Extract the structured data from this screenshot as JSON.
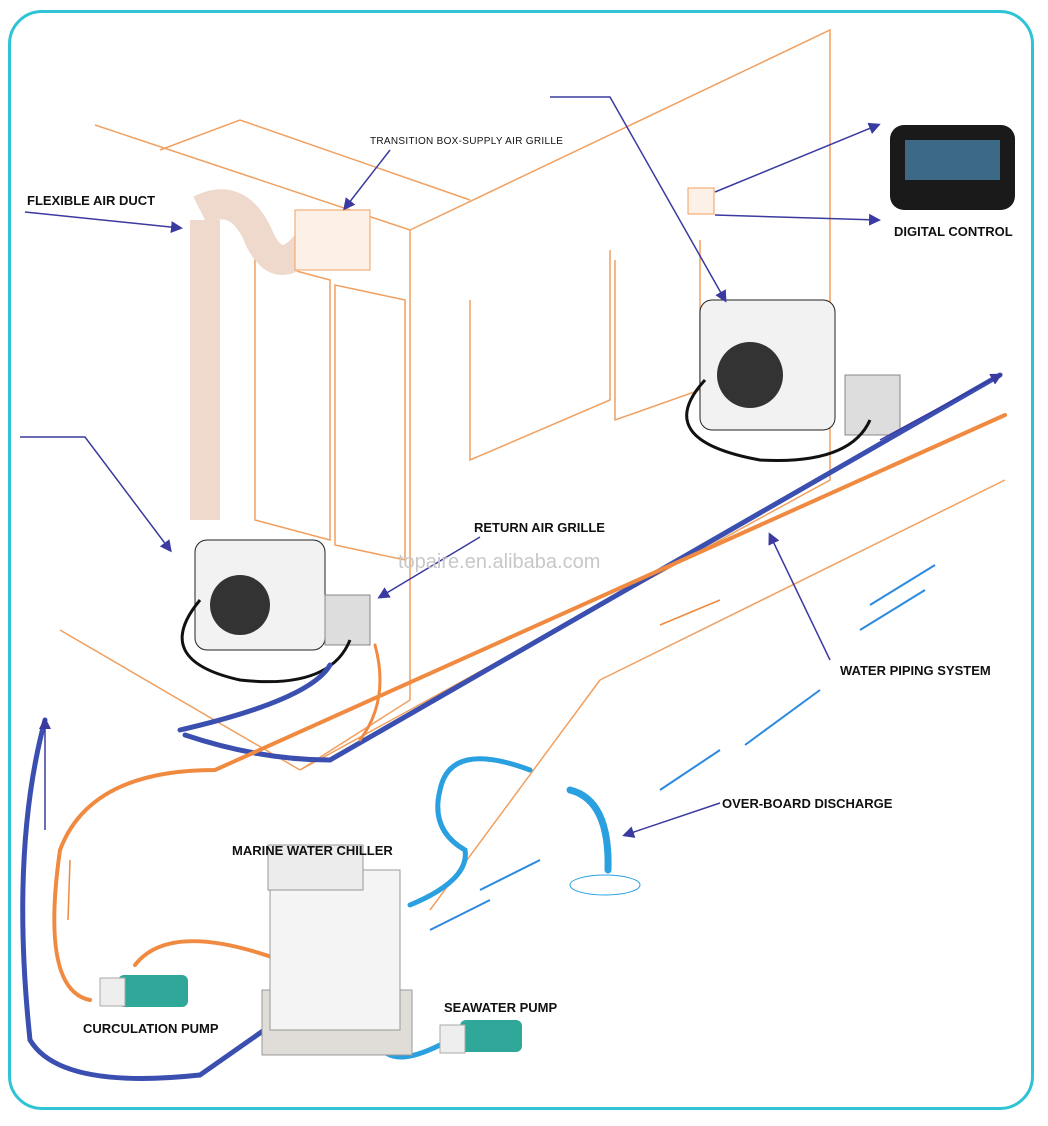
{
  "labels": {
    "transition_box": "TRANSITION BOX-SUPPLY AIR GRILLE",
    "flexible_duct": "FLEXIBLE AIR DUCT",
    "digital_control": "DIGITAL CONTROL",
    "return_grille": "RETURN AIR GRILLE",
    "water_piping": "WATER PIPING SYSTEM",
    "overboard": "OVER-BOARD DISCHARGE",
    "chiller": "MARINE WATER CHILLER",
    "seawater_pump": "SEAWATER PUMP",
    "circulation_pump": "CURCULATION PUMP"
  },
  "watermark": "topaire.en.alibaba.com",
  "colors": {
    "frame": "#2ec4d6",
    "outline": "#f0a060",
    "supply_pipe": "#3a4fb0",
    "return_pipe": "#f08a40",
    "seawater": "#2aa0e0",
    "arrow": "#3a3aa0"
  }
}
